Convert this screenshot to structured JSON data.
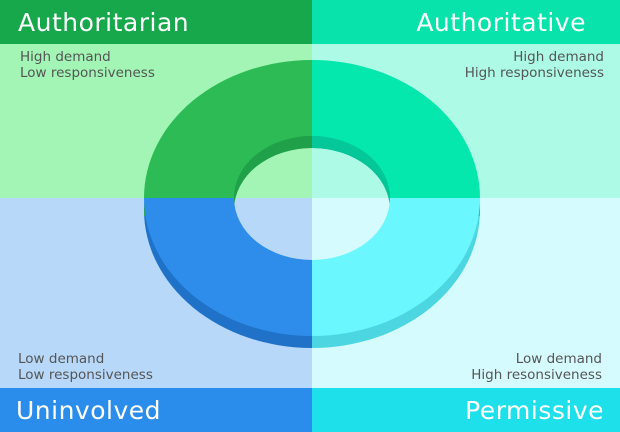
{
  "quadrants": {
    "top_left": {
      "title": "Authoritarian",
      "line1": "High demand",
      "line2": "Low responsiveness"
    },
    "top_right": {
      "title": "Authoritative",
      "line1": "High demand",
      "line2": "High responsiveness"
    },
    "bottom_left": {
      "title": "Uninvolved",
      "line1": "Low demand",
      "line2": "Low responsiveness"
    },
    "bottom_right": {
      "title": "Permissive",
      "line1": "Low demand",
      "line2": "High resonsiveness"
    }
  },
  "colors": {
    "authoritarian": "#2cbb55",
    "authoritative": "#05e8ad",
    "uninvolved": "#2e8dea",
    "permissive": "#6af7fd"
  }
}
